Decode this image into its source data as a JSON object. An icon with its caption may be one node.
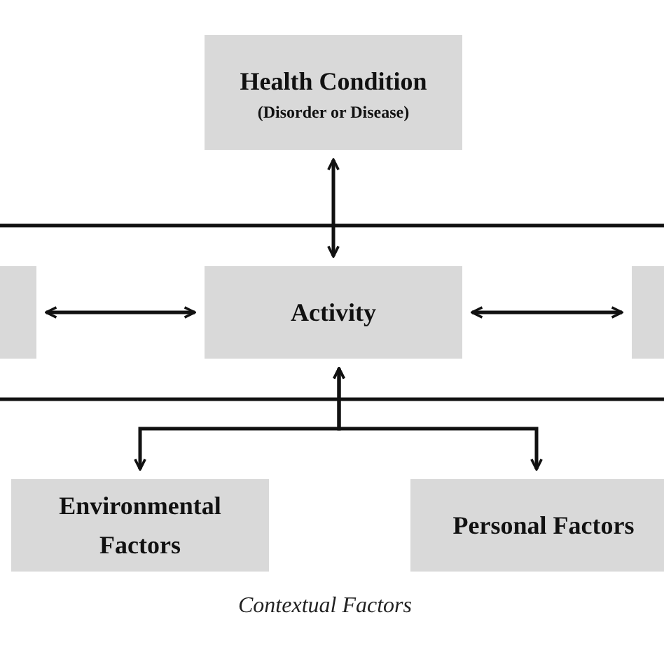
{
  "diagram": {
    "nodes": [
      {
        "text": [
          "Health Condition",
          "(Disorder or Disease)"
        ]
      },
      {
        "text": [],
        "shape": "box"
      },
      {
        "text": [
          "Activity"
        ]
      },
      {
        "text": [],
        "shape": "box"
      },
      {
        "text": [
          "Environmental Factors"
        ]
      },
      {
        "text": [
          "Personal Factors"
        ]
      }
    ],
    "edges": [
      {
        "from": 0,
        "to": 2,
        "arrow": "both"
      },
      {
        "from": 1,
        "to": 2,
        "arrow": "both"
      },
      {
        "from": 2,
        "to": 3,
        "arrow": "both"
      },
      {
        "from": 4,
        "to": 2,
        "arrow": "both"
      },
      {
        "from": 5,
        "to": 2,
        "arrow": "both"
      }
    ],
    "labels": [
      "Contextual Factors"
    ]
  }
}
